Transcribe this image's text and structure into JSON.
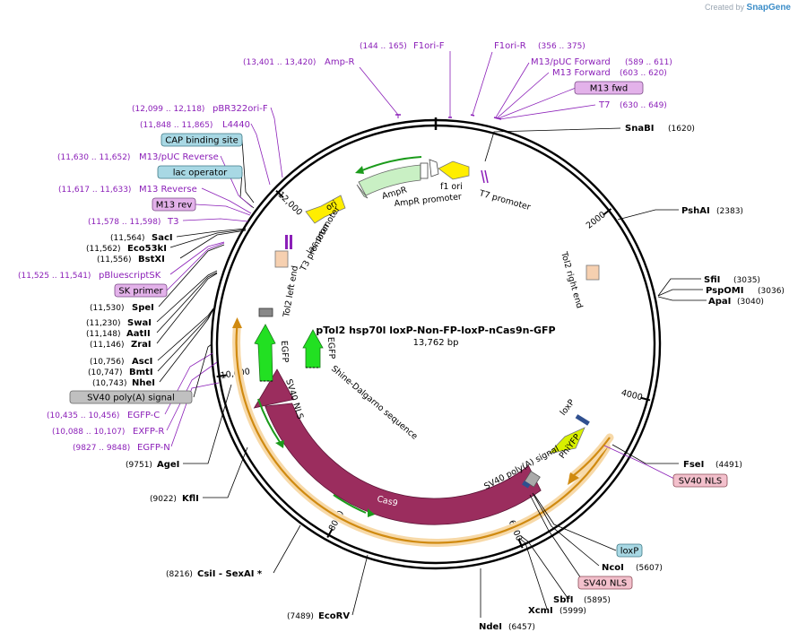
{
  "credit": {
    "prefix": "Created by",
    "brand": "SnapGene"
  },
  "plasmid": {
    "name": "pTol2 hsp70l loxP-Non-FP-loxP-nCas9n-GFP",
    "size_label": "13,762 bp",
    "length": 13762
  },
  "ticks": [
    2000,
    4000,
    6000,
    8000,
    10000,
    12000
  ],
  "tick_labels": [
    "2000",
    "4000",
    "6000",
    "8000",
    "10,000",
    "12,000"
  ],
  "colors": {
    "backbone": "#000000",
    "enzyme": "#000000",
    "primer": "#8b1fb8",
    "amp": "#c9f0c4",
    "ori": "#ffee00",
    "lac_promoter": "#f6d0b0",
    "egfp": "#22e022",
    "cas9": "#9b2d5e",
    "phiyfp": "#d8f000",
    "orange": "#e89820",
    "box_purple": "#e3b2ea",
    "box_blue": "#a8d8e4",
    "box_grey": "#c0c0c0",
    "box_pink": "#f3c0cc"
  },
  "enzymes": [
    {
      "name": "SnaBI",
      "pos_label": "(1620)"
    },
    {
      "name": "PshAI",
      "pos_label": "(2383)"
    },
    {
      "name": "SfiI",
      "pos_label": "(3035)"
    },
    {
      "name": "PspOMI",
      "pos_label": "(3036)"
    },
    {
      "name": "ApaI",
      "pos_label": "(3040)"
    },
    {
      "name": "FseI",
      "pos_label": "(4491)"
    },
    {
      "name": "NcoI",
      "pos_label": "(5607)"
    },
    {
      "name": "SbfI",
      "pos_label": "(5895)"
    },
    {
      "name": "XcmI",
      "pos_label": "(5999)"
    },
    {
      "name": "NdeI",
      "pos_label": "(6457)"
    },
    {
      "name": "EcoRV",
      "pos_label": "(7489)"
    },
    {
      "name": "CsiI - SexAI *",
      "pos_label": "(8216)"
    },
    {
      "name": "KflI",
      "pos_label": "(9022)"
    },
    {
      "name": "AgeI",
      "pos_label": "(9751)"
    },
    {
      "name": "NheI",
      "pos_label": "(10,743)"
    },
    {
      "name": "BmtI",
      "pos_label": "(10,747)"
    },
    {
      "name": "AscI",
      "pos_label": "(10,756)"
    },
    {
      "name": "ZraI",
      "pos_label": "(11,146)"
    },
    {
      "name": "AatII",
      "pos_label": "(11,148)"
    },
    {
      "name": "SwaI",
      "pos_label": "(11,230)"
    },
    {
      "name": "SpeI",
      "pos_label": "(11,530)"
    },
    {
      "name": "BstXI",
      "pos_label": "(11,556)"
    },
    {
      "name": "Eco53kI",
      "pos_label": "(11,562)"
    },
    {
      "name": "SacI",
      "pos_label": "(11,564)"
    }
  ],
  "primers": [
    {
      "name": "Amp-R",
      "pos_label": "(13,401 .. 13,420)"
    },
    {
      "name": "F1ori-F",
      "pos_label": "(144 .. 165)"
    },
    {
      "name": "F1ori-R",
      "pos_label": "(356 .. 375)"
    },
    {
      "name": "M13/pUC Forward",
      "pos_label": "(589 .. 611)"
    },
    {
      "name": "M13 Forward",
      "pos_label": "(603 .. 620)"
    },
    {
      "name": "T7",
      "pos_label": "(630 .. 649)"
    },
    {
      "name": "pBR322ori-F",
      "pos_label": "(12,099 .. 12,118)"
    },
    {
      "name": "L4440",
      "pos_label": "(11,848 .. 11,865)"
    },
    {
      "name": "M13/pUC Reverse",
      "pos_label": "(11,630 .. 11,652)"
    },
    {
      "name": "M13 Reverse",
      "pos_label": "(11,617 .. 11,633)"
    },
    {
      "name": "T3",
      "pos_label": "(11,578 .. 11,598)"
    },
    {
      "name": "pBluescriptSK",
      "pos_label": "(11,525 .. 11,541)"
    },
    {
      "name": "EGFP-C",
      "pos_label": "(10,435 .. 10,456)"
    },
    {
      "name": "EXFP-R",
      "pos_label": "(10,088 .. 10,107)"
    },
    {
      "name": "EGFP-N",
      "pos_label": "(9827 .. 9848)"
    }
  ],
  "boxes": [
    {
      "text": "M13 fwd"
    },
    {
      "text": "CAP binding site"
    },
    {
      "text": "lac operator"
    },
    {
      "text": "M13 rev"
    },
    {
      "text": "SK primer"
    },
    {
      "text": "SV40 poly(A) signal"
    },
    {
      "text": "SV40 NLS"
    },
    {
      "text": "loxP"
    },
    {
      "text": "SV40 NLS"
    }
  ],
  "features": [
    {
      "text": "AmpR"
    },
    {
      "text": "AmpR promoter"
    },
    {
      "text": "f1 ori"
    },
    {
      "text": "T7 promoter"
    },
    {
      "text": "ori"
    },
    {
      "text": "lac promoter"
    },
    {
      "text": "T3 promoter"
    },
    {
      "text": "Tol2 left end"
    },
    {
      "text": "Tol2 right end"
    },
    {
      "text": "EGFP"
    },
    {
      "text": "EGFP"
    },
    {
      "text": "SV40 NLS"
    },
    {
      "text": "Shine-Dalgarno sequence"
    },
    {
      "text": "Cas9"
    },
    {
      "text": "SV40 poly(A) signal"
    },
    {
      "text": "PhiYFP"
    },
    {
      "text": "loxP"
    }
  ]
}
